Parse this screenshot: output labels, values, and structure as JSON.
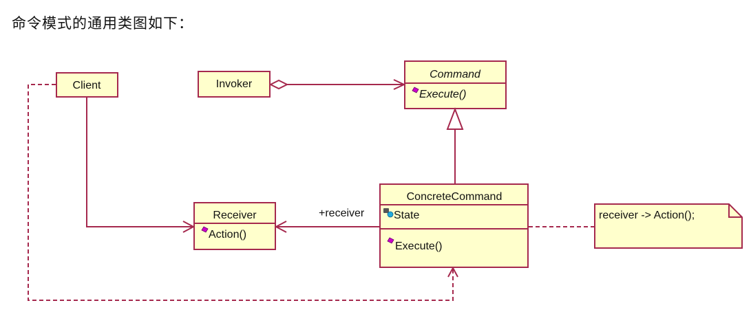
{
  "caption": "命令模式的通用类图如下：",
  "diagram": {
    "classes": {
      "client": {
        "name": "Client"
      },
      "invoker": {
        "name": "Invoker"
      },
      "command": {
        "name": "Command",
        "abstract": true,
        "operations": [
          "Execute()"
        ]
      },
      "receiver": {
        "name": "Receiver",
        "operations": [
          "Action()"
        ]
      },
      "concrete_command": {
        "name": "ConcreteCommand",
        "attributes": [
          "State"
        ],
        "operations": [
          "Execute()"
        ]
      }
    },
    "association_label": "+receiver",
    "note": "receiver -> Action();",
    "relations": [
      {
        "from": "Invoker",
        "to": "Command",
        "type": "aggregation"
      },
      {
        "from": "ConcreteCommand",
        "to": "Command",
        "type": "generalization"
      },
      {
        "from": "ConcreteCommand",
        "to": "Receiver",
        "type": "association"
      },
      {
        "from": "Client",
        "to": "Receiver",
        "type": "association"
      },
      {
        "from": "Client",
        "to": "ConcreteCommand",
        "type": "dependency"
      },
      {
        "from": "ConcreteCommand",
        "to": "Note",
        "type": "note-link"
      }
    ]
  },
  "colors": {
    "border": "#a5284d",
    "fill": "#ffffcc",
    "operation_icon": "#cc00cc",
    "attribute_icon": "#22aadd"
  }
}
